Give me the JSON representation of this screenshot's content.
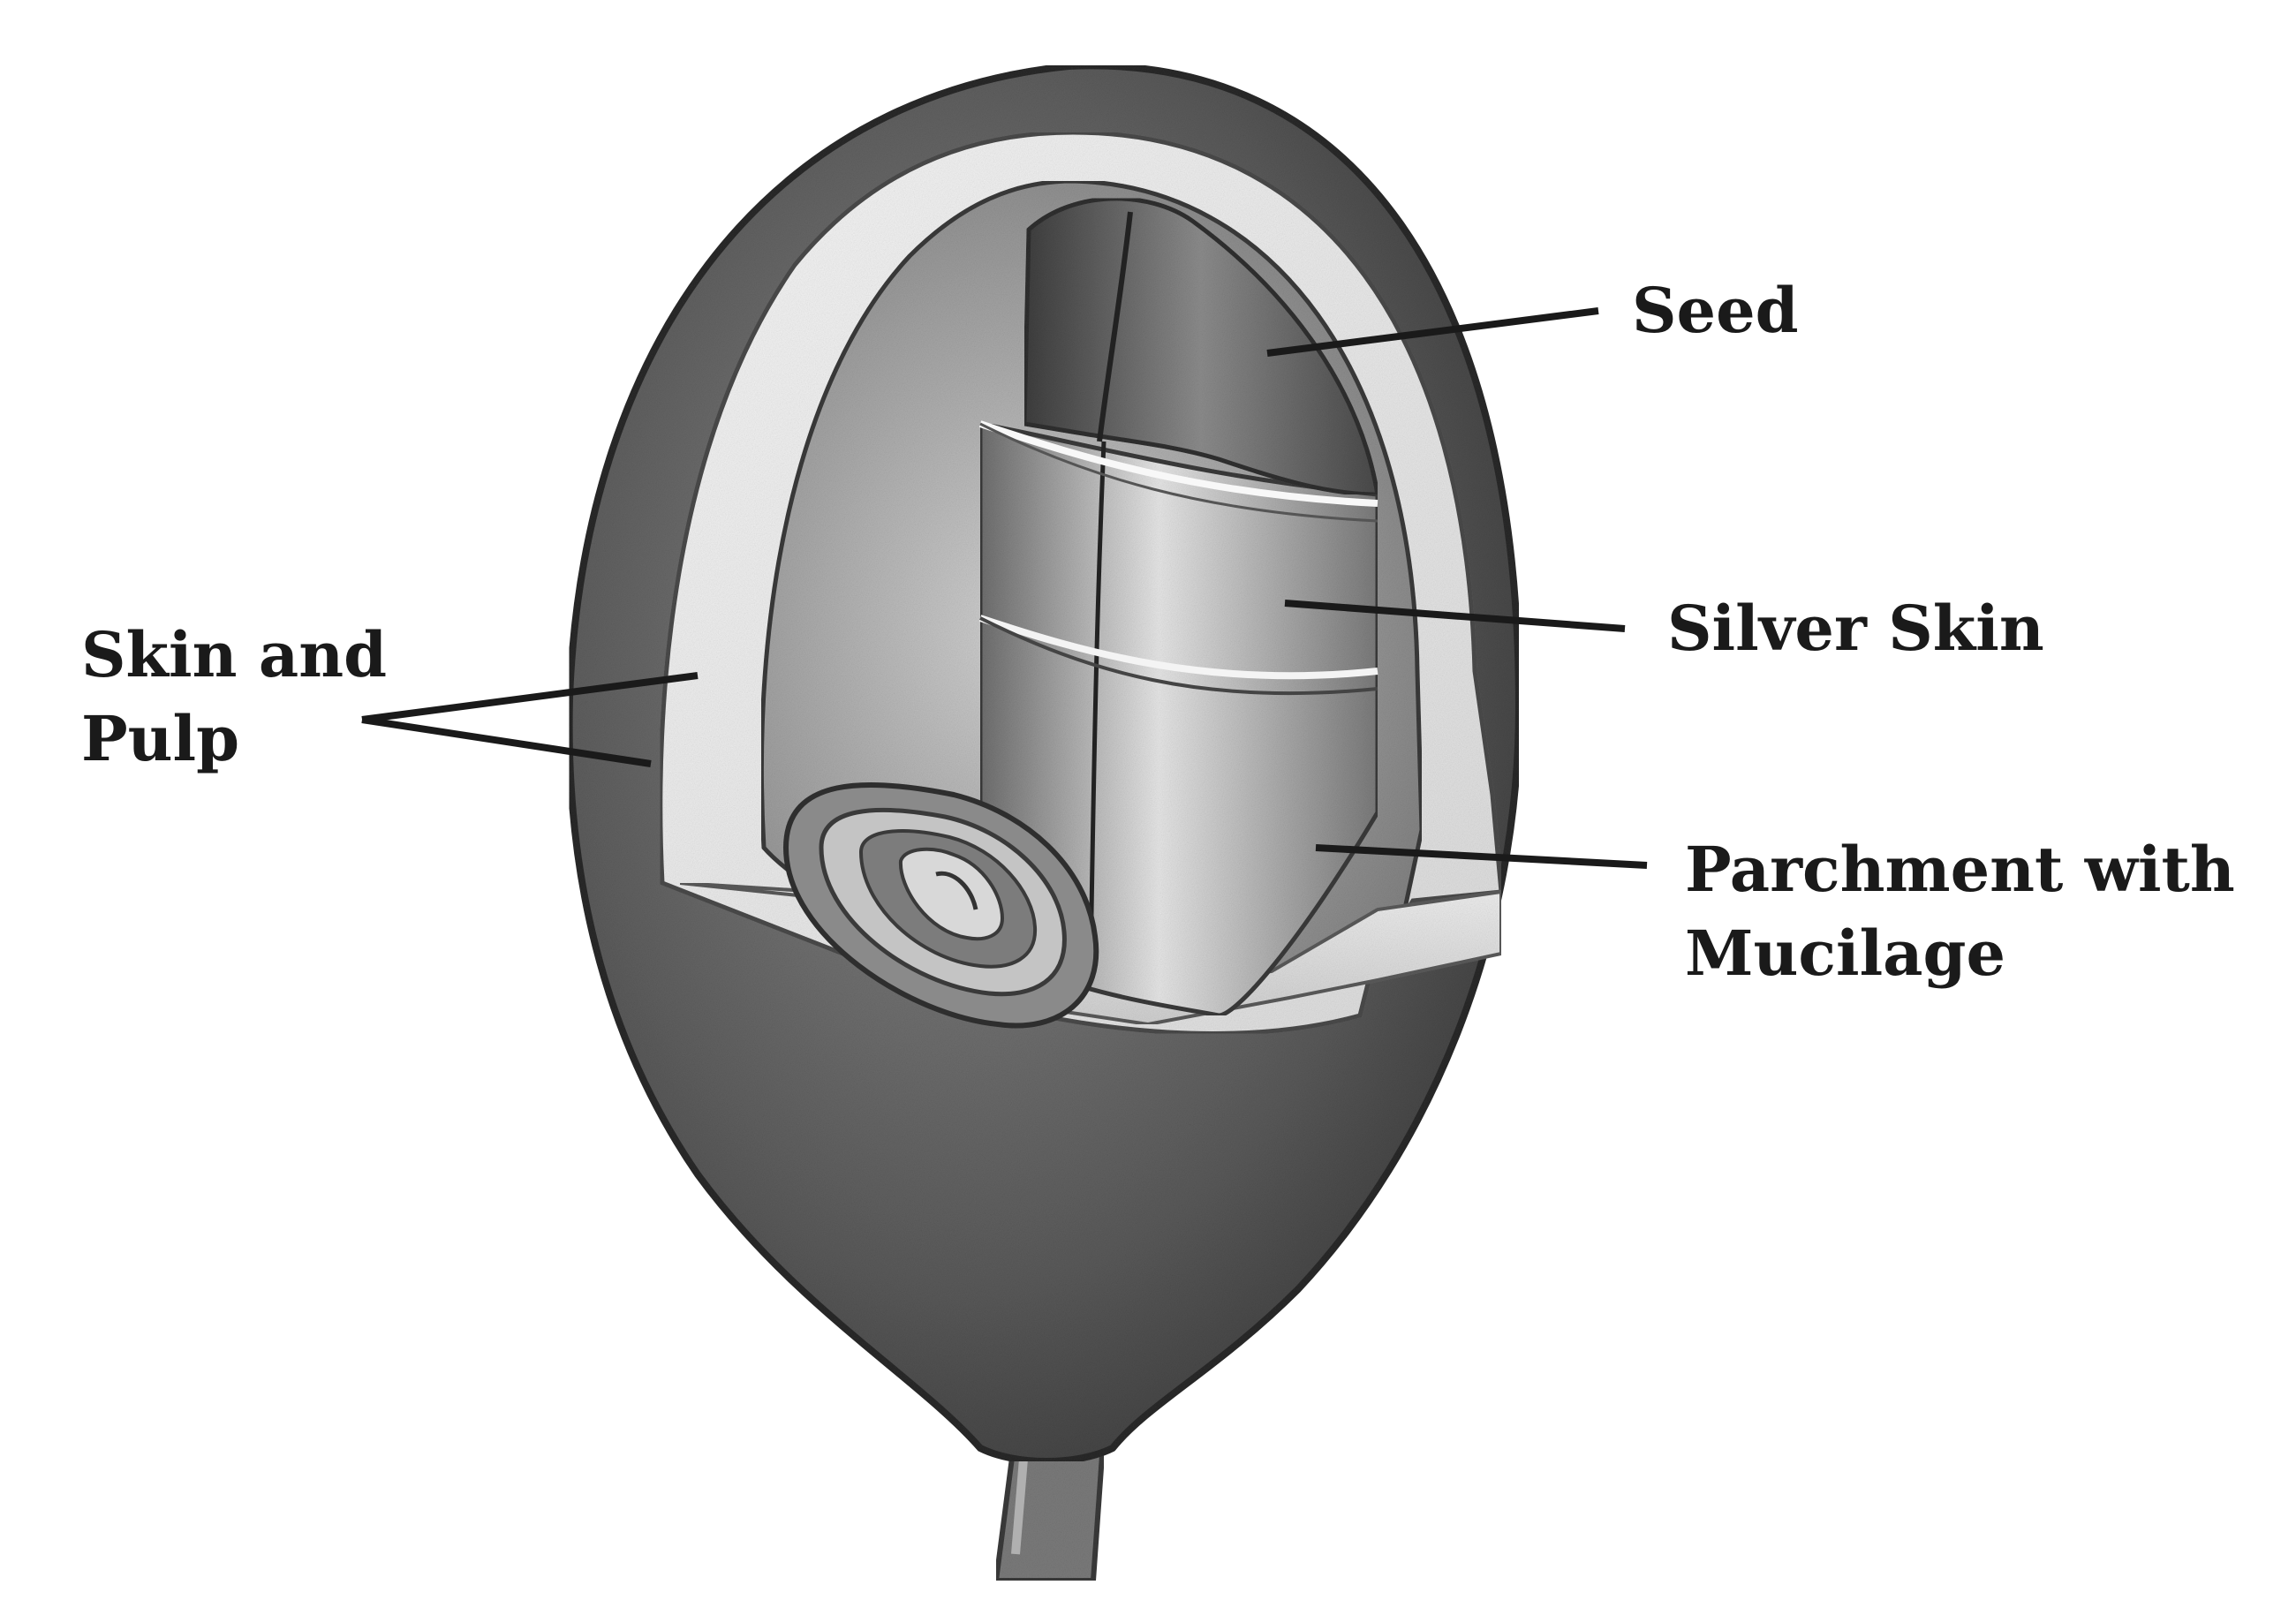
{
  "labels": {
    "seed": "Seed",
    "silver_skin": "Silver Skin",
    "parchment_line1": "Parchment with",
    "parchment_line2": "Mucilage",
    "skin_pulp_line1": "Skin and",
    "skin_pulp_line2": "Pulp"
  },
  "colors": {
    "ink": "#1a1a1a",
    "outer_skin": "#4a4a4a",
    "pulp": "#ececec",
    "parchment": "#b8b8b8",
    "seed": "#6a6a6a"
  }
}
